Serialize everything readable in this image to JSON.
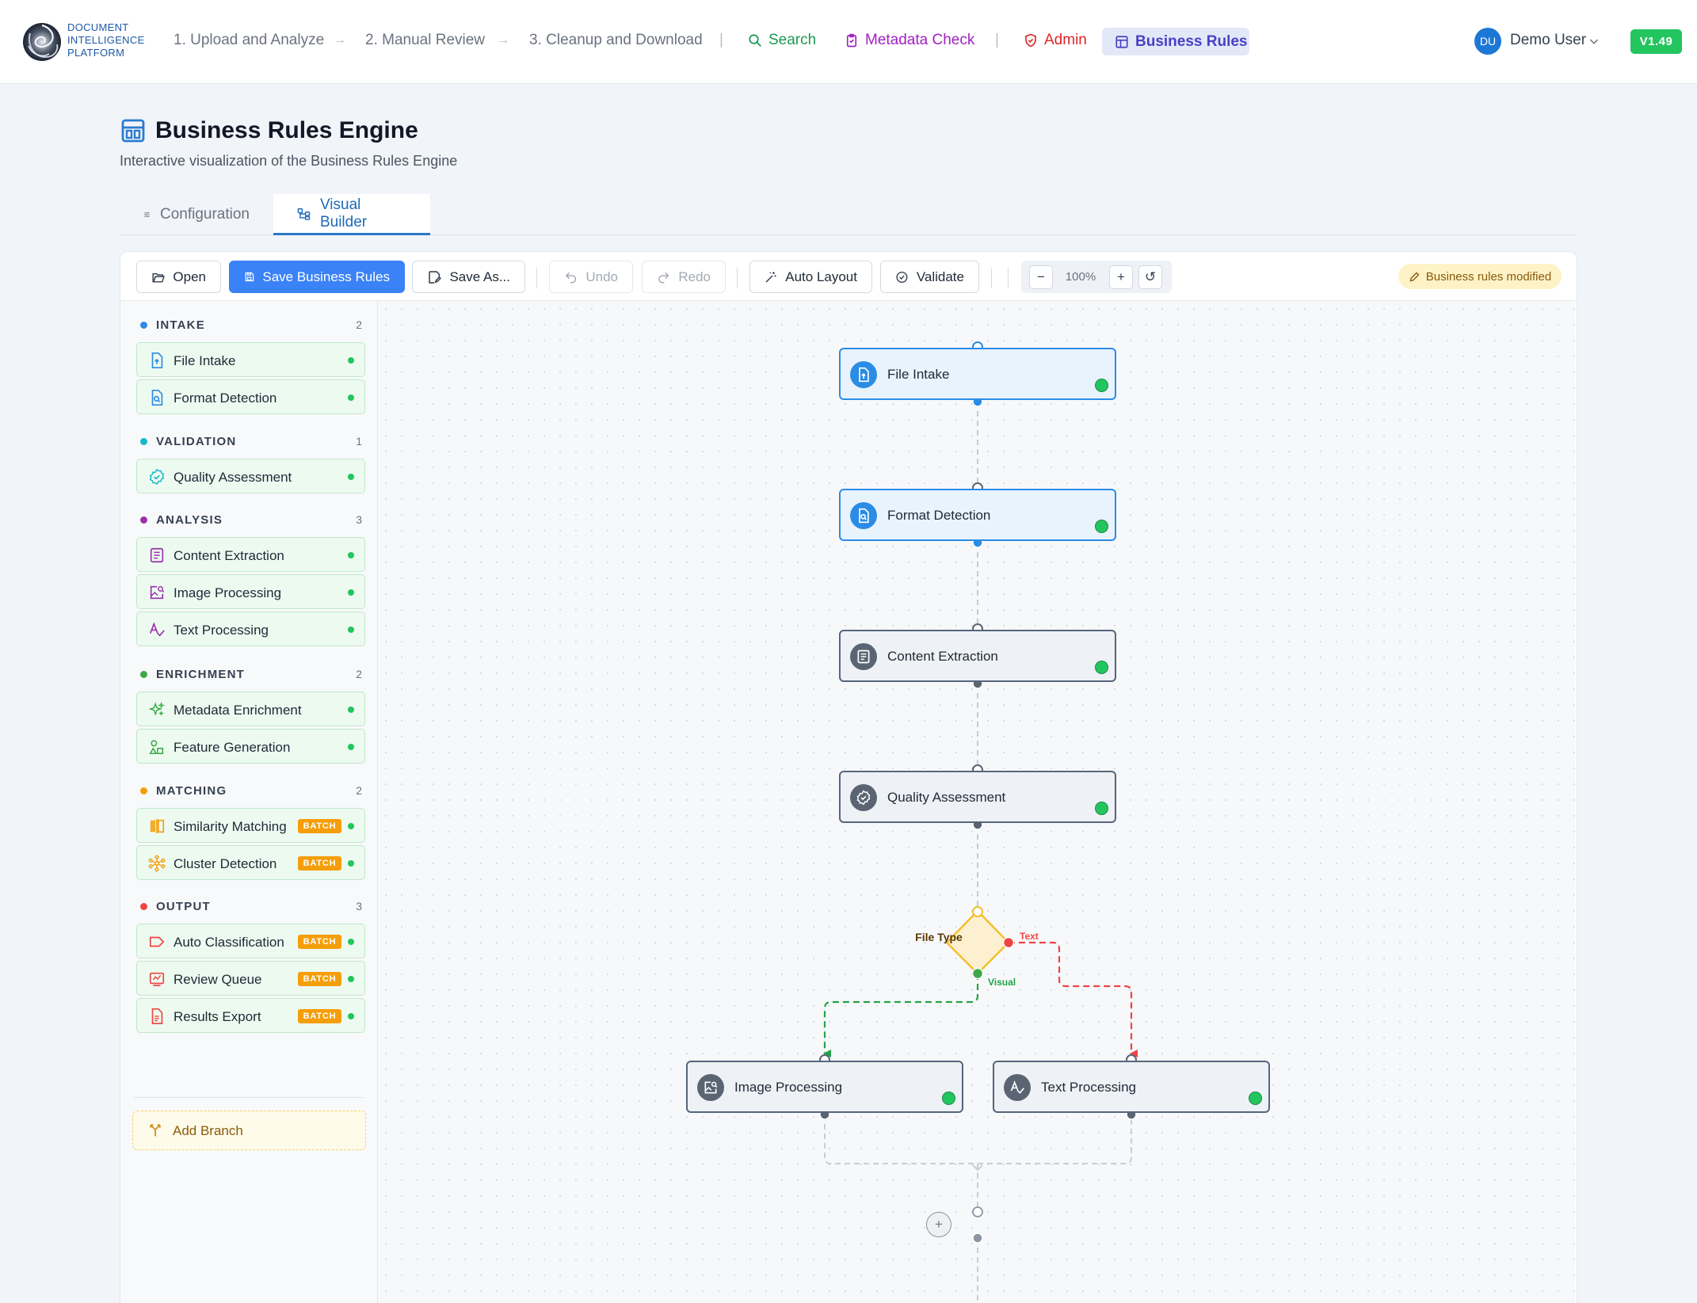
{
  "nav": {
    "logo_text": "DOCUMENT INTELLIGENCE PLATFORM",
    "steps": [
      "1. Upload and Analyze",
      "2. Manual Review",
      "3. Cleanup and Download"
    ],
    "arrow": "→",
    "separator": "|",
    "search": "Search",
    "metadata_check": "Metadata Check",
    "admin": "Admin",
    "business_rules": "Business Rules",
    "user_initials": "DU",
    "user_name": "Demo User",
    "version": "V1.49",
    "colors": {
      "search": "#1a9a52",
      "metadata": "#a021c4",
      "admin": "#dc2626",
      "rules": "#4b3fc5"
    }
  },
  "page": {
    "title": "Business Rules Engine",
    "subtitle": "Interactive visualization of the Business Rules Engine"
  },
  "tabs": [
    {
      "label": "Configuration",
      "active": false
    },
    {
      "label": "Visual Builder",
      "active": true
    }
  ],
  "toolbar": {
    "open": "Open",
    "save": "Save Business Rules",
    "save_as": "Save As...",
    "undo": "Undo",
    "redo": "Redo",
    "auto_layout": "Auto Layout",
    "validate": "Validate",
    "zoom_out": "−",
    "zoom_level": "100%",
    "zoom_in": "+",
    "zoom_reset": "↺",
    "modified": "Business rules modified"
  },
  "palette": {
    "categories": [
      {
        "name": "INTAKE",
        "count": "2",
        "color": "#2b8ce6",
        "items": [
          {
            "label": "File Intake",
            "icon": "file-upload-icon",
            "batch": false
          },
          {
            "label": "Format Detection",
            "icon": "file-search-icon",
            "batch": false
          }
        ]
      },
      {
        "name": "VALIDATION",
        "count": "1",
        "color": "#14b8c8",
        "items": [
          {
            "label": "Quality Assessment",
            "icon": "badge-check-icon",
            "batch": false
          }
        ]
      },
      {
        "name": "ANALYSIS",
        "count": "3",
        "color": "#9b2fae",
        "items": [
          {
            "label": "Content Extraction",
            "icon": "document-text-icon",
            "batch": false
          },
          {
            "label": "Image Processing",
            "icon": "image-search-icon",
            "batch": false
          },
          {
            "label": "Text Processing",
            "icon": "text-spell-icon",
            "batch": false
          }
        ]
      },
      {
        "name": "ENRICHMENT",
        "count": "2",
        "color": "#3ea84a",
        "items": [
          {
            "label": "Metadata Enrichment",
            "icon": "sparkles-icon",
            "batch": false
          },
          {
            "label": "Feature Generation",
            "icon": "shapes-icon",
            "batch": false
          }
        ]
      },
      {
        "name": "MATCHING",
        "count": "2",
        "color": "#f59e0b",
        "items": [
          {
            "label": "Similarity Matching",
            "icon": "compare-icon",
            "batch": true
          },
          {
            "label": "Cluster Detection",
            "icon": "cluster-icon",
            "batch": true
          }
        ]
      },
      {
        "name": "OUTPUT",
        "count": "3",
        "color": "#ef4444",
        "items": [
          {
            "label": "Auto Classification",
            "icon": "tag-icon",
            "batch": true
          },
          {
            "label": "Review Queue",
            "icon": "review-icon",
            "batch": true
          },
          {
            "label": "Results Export",
            "icon": "file-export-icon",
            "batch": true
          }
        ]
      }
    ],
    "batch_label": "BATCH",
    "add_branch": "Add Branch"
  },
  "flow": {
    "nodes": [
      {
        "label": "File Intake",
        "icon": "file-upload-icon",
        "style": "intake"
      },
      {
        "label": "Format Detection",
        "icon": "file-search-icon",
        "style": "intake"
      },
      {
        "label": "Content Extraction",
        "icon": "document-text-icon",
        "style": "default"
      },
      {
        "label": "Quality Assessment",
        "icon": "badge-check-icon",
        "style": "default"
      },
      {
        "label": "Image Processing",
        "icon": "image-search-icon",
        "style": "default"
      },
      {
        "label": "Text Processing",
        "icon": "text-spell-icon",
        "style": "default"
      }
    ],
    "decision": {
      "label": "File Type",
      "branch_text": "Text",
      "branch_visual": "Visual"
    },
    "merge_symbol": "+"
  }
}
